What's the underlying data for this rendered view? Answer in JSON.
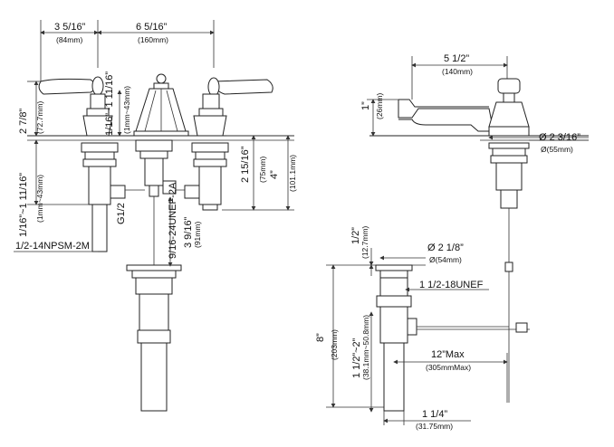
{
  "left_view": {
    "dim_centers_a": "3 5/16”",
    "dim_centers_a_mm": "(84mm)",
    "dim_centers_b": "6 5/16”",
    "dim_centers_b_mm": "(160mm)",
    "dim_handle_height": "2 7/8”",
    "dim_handle_height_mm": "(72.7mm)",
    "dim_spout_range": "1/16”~1 11/16”",
    "dim_spout_range_mm": "(1mm~43mm)",
    "dim_deck_range": "1/16”~1 11/16”",
    "dim_deck_range_mm": "(1mm~43mm)",
    "thread_g12": "G1/2",
    "thread_unef24": "9/16-24UNEF-2A",
    "thread_npsm": "1/2-14NPSM-2M",
    "dim_shank": "2 15/16”",
    "dim_shank_mm": "(75mm)",
    "dim_body": "4”",
    "dim_body_mm": "(101.1mm)",
    "dim_body2": "3 9/16”",
    "dim_body2_mm": "(91mm)"
  },
  "right_view": {
    "dim_reach": "5 1/2”",
    "dim_reach_mm": "(140mm)",
    "dim_spout_h": "1”",
    "dim_spout_h_mm": "(26mm)",
    "dim_base_dia": "Ø 2 3/16”",
    "dim_base_dia_mm": "Ø(55mm)",
    "dim_flange_h": "1/2”",
    "dim_flange_h_mm": "(12.7mm)",
    "dim_flange_dia": "Ø 2 1/8”",
    "dim_flange_dia_mm": "Ø(54mm)",
    "thread_drain": "1 1/2-18UNEF",
    "dim_total": "8”",
    "dim_total_mm": "(203mm)",
    "dim_tail_range": "1 1/2”~2”",
    "dim_tail_range_mm": "(38.1mm~50.8mm)",
    "dim_rod": "12”Max",
    "dim_rod_mm": "(305mmMax)",
    "dim_tail_dia": "1 1/4”",
    "dim_tail_dia_mm": "(31.75mm)"
  }
}
